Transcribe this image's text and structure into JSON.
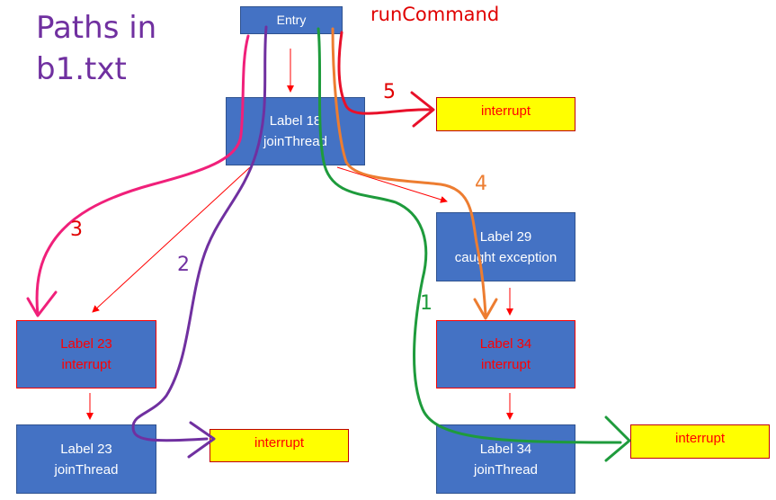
{
  "title": "Paths in\nb1.txt",
  "method": "runCommand",
  "nodes": {
    "entry": {
      "label": "Entry"
    },
    "label18": {
      "line1": "Label 18",
      "line2": "joinThread"
    },
    "label29": {
      "line1": "Label 29",
      "line2": "caught exception"
    },
    "label23_interrupt": {
      "line1": "Label 23",
      "line2": "interrupt"
    },
    "label34_interrupt": {
      "line1": "Label 34",
      "line2": "interrupt"
    },
    "label23_join": {
      "line1": "Label 23",
      "line2": "joinThread"
    },
    "label34_join": {
      "line1": "Label 34",
      "line2": "joinThread"
    }
  },
  "terminals": {
    "top": "interrupt",
    "left": "interrupt",
    "right": "interrupt"
  },
  "path_numbers": {
    "p1": "1",
    "p2": "2",
    "p3": "3",
    "p4": "4",
    "p5": "5"
  },
  "colors": {
    "path1": "#1e9b3c",
    "path2": "#7030a0",
    "path3": "#f0207a",
    "path4": "#ed7d31",
    "path5": "#e8102a",
    "node_fill": "#4472c4",
    "terminal_fill": "#ffff00",
    "edge": "#ff0000"
  }
}
